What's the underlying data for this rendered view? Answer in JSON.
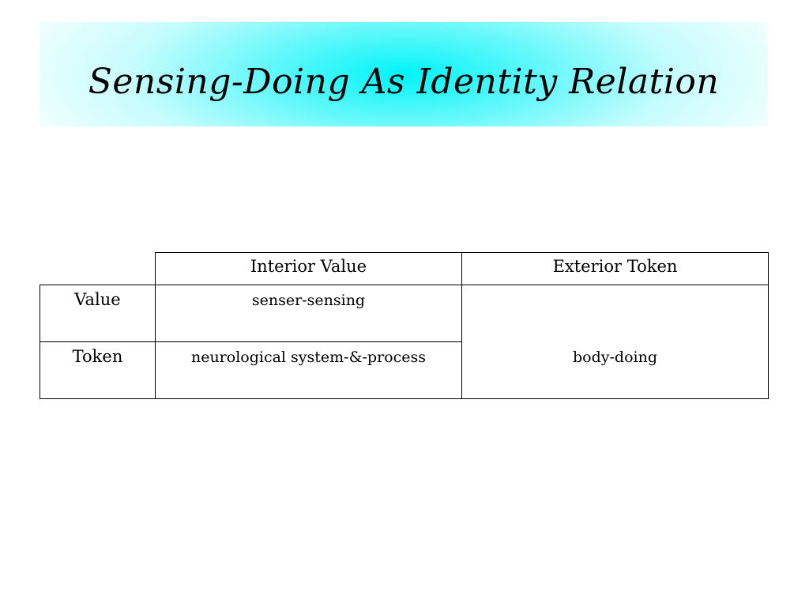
{
  "slide": {
    "title": "Sensing-Doing As Identity Relation"
  },
  "table": {
    "column_headers": [
      "",
      "Interior Value",
      "Exterior Token"
    ],
    "rows": [
      {
        "header": "Value",
        "interior": "senser-sensing",
        "exterior": ""
      },
      {
        "header": "Token",
        "interior": "neurological system-&-process",
        "exterior": ""
      }
    ],
    "merged_exterior": "body-doing"
  }
}
